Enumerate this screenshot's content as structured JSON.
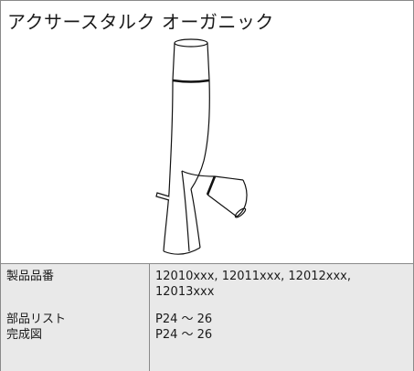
{
  "product": {
    "title": "アクサースタルク オーガニック"
  },
  "specs": {
    "product_number_label": "製品品番",
    "product_number_line1": "12010xxx, 12011xxx, 12012xxx,",
    "product_number_line2": "12013xxx",
    "parts_list_label": "部品リスト",
    "parts_list_value": "P24 ～ 26",
    "assembly_label": "完成図",
    "assembly_value": "P24 ～ 26"
  },
  "colors": {
    "background": "#ffffff",
    "table_background": "#e9e9e9",
    "border": "#8a8a8a",
    "text": "#1a1a1a"
  }
}
